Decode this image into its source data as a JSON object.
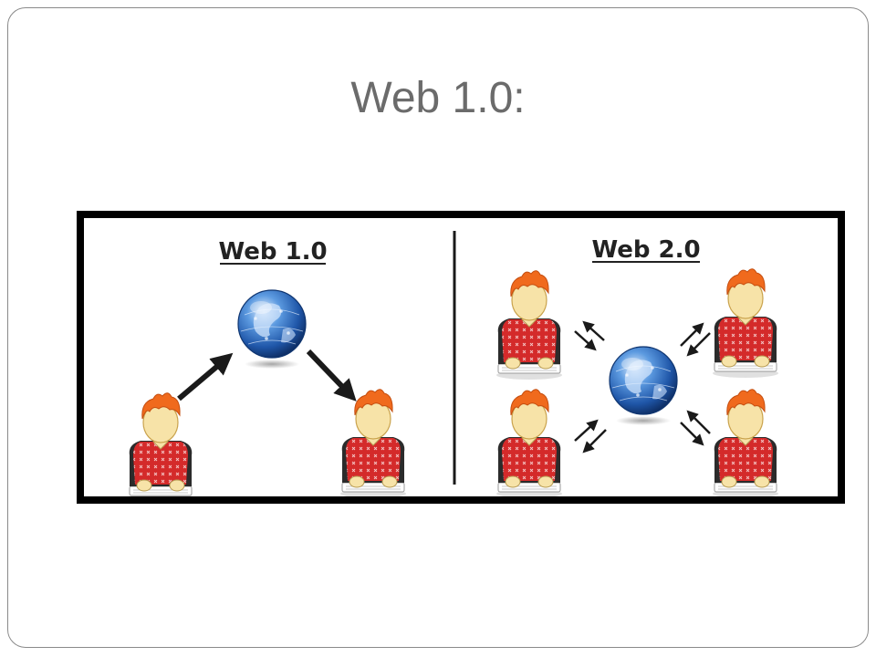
{
  "slide": {
    "title": "Web 1.0:"
  },
  "diagram": {
    "left_panel_title": "Web 1.0",
    "right_panel_title": "Web 2.0",
    "colors": {
      "frame": "#000000",
      "accent_shirt": "#d42a2a",
      "hair": "#f06a1d",
      "skin": "#f7e3a8",
      "globe": "#2d6fc0"
    }
  }
}
